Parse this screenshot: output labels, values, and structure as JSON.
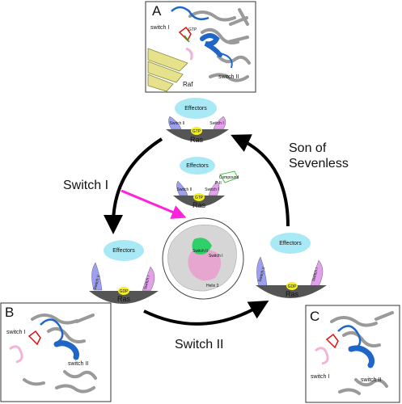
{
  "panels": {
    "a": {
      "letter": "A",
      "switch1": "switch I",
      "switch2": "switch II",
      "raf": "Raf",
      "gtp": "GTP"
    },
    "b": {
      "letter": "B",
      "switch1": "switch I",
      "switch2": "switch II"
    },
    "c": {
      "letter": "C",
      "switch1": "switch I",
      "switch2": "switch II"
    }
  },
  "cycle": {
    "switch1_arrow_label": "Switch I",
    "switch2_arrow_label": "Switch II",
    "sos_line1": "Son of",
    "sos_line2": "Sevenless"
  },
  "states": {
    "top": {
      "effectors": "Effectors",
      "ras": "Ras",
      "nucleotide": "GTP",
      "switch1": "Switch I",
      "switch2": "Switch II"
    },
    "middle": {
      "effectors": "Effectors",
      "ras": "Ras",
      "nucleotide": "GTP",
      "switch1": "Switch I",
      "switch2": "Switch II",
      "compound": "Compound",
      "pocket": "P-II"
    },
    "left": {
      "effectors": "Effectors",
      "ras": "Ras",
      "nucleotide": "GDP",
      "switch1": "Switch I",
      "switch2": "Switch II"
    },
    "right": {
      "effectors": "Effectors",
      "ras": "Ras",
      "nucleotide": "GDP",
      "switch1": "Switch I",
      "switch2": "Switch II"
    }
  },
  "surface": {
    "label1": "Switch II",
    "label2": "Switch I",
    "label3": "Helix 3"
  },
  "colors": {
    "effector": "#a9e9f6",
    "ras_body": "#555555",
    "switch1": "#e3a1ec",
    "switch2": "#9d9ff0",
    "nucleotide": "#f4ee1c",
    "arrow_magenta": "#ff22dd",
    "loop_blue": "#1f66c7",
    "raf_yellow": "#e6e28c",
    "loop_pink": "#f3b3d9"
  }
}
